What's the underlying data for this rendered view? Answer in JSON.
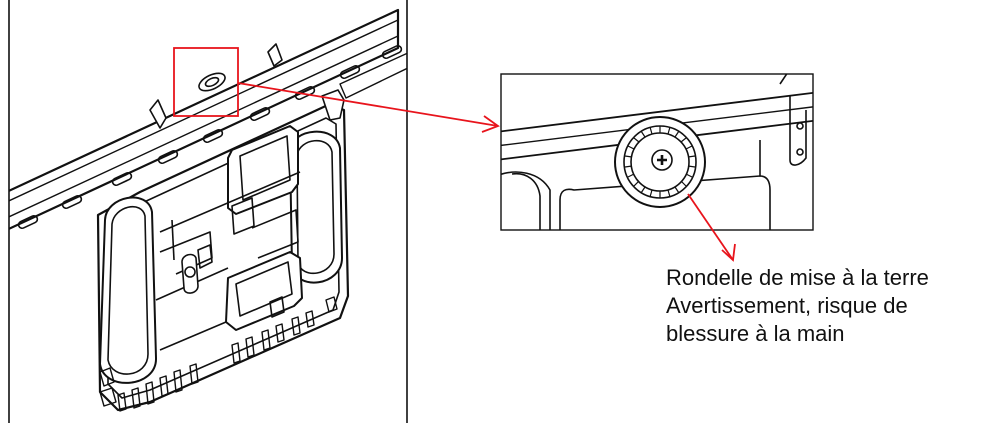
{
  "caption": {
    "line1": "Rondelle de mise à la terre",
    "line2": "Avertissement, risque de",
    "line3": "blessure à la main"
  },
  "colors": {
    "line_art": "#111111",
    "highlight": "#e8141c",
    "background": "#ffffff"
  }
}
